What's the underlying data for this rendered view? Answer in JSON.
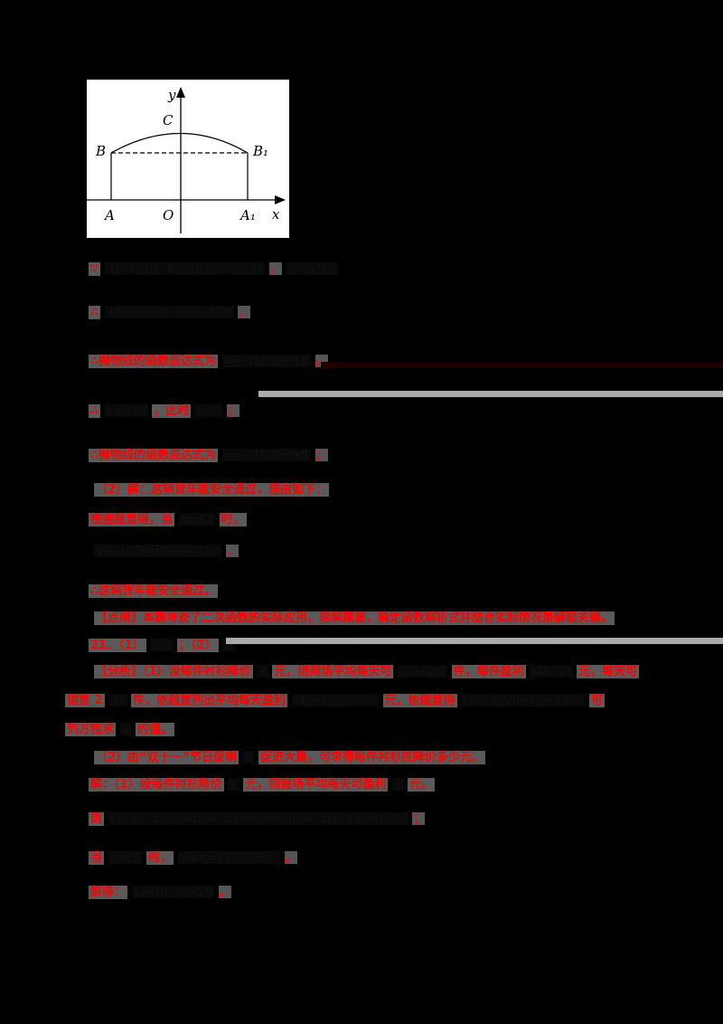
{
  "figure": {
    "labels": {
      "y": "y",
      "x": "x",
      "C": "C",
      "B": "B",
      "B1": "B₁",
      "A": "A",
      "O": "O",
      "A1": "A₁"
    }
  },
  "lines": [
    {
      "red": "∵",
      "math": "A(−10,0)，B(−10,6)，C(0,8)",
      "tail": "，",
      "math2": "y=ax²+c"
    },
    {
      "red": "∴",
      "math": "100a+c=6，c=8，解得",
      "tail": "，"
    },
    {
      "red": "∴抛物线的函数表达式为",
      "math": "y=−(1/50)x²+8",
      "tail": "。"
    },
    {
      "red": "∴",
      "math": "x=±10",
      "red2": "，此时",
      "math2": "y=6",
      "tail": "；"
    },
    {
      "red": "∴抛物线的函数表达式为",
      "math": "y=−(1/50)x²+8",
      "tail": "；"
    },
    {
      "red": "（2）解：这辆货车能安全通过，理由如下：",
      "math": "",
      "tail": ""
    },
    {
      "red": "根据题意得，当",
      "math": "x=±3",
      "red2": "时，",
      "tail": ""
    },
    {
      "red": "",
      "math": "y=−(1/50)×9+8=7.82",
      "tail": "，"
    },
    {
      "red": "∴这辆货车能安全通过。",
      "math": "",
      "tail": ""
    },
    {
      "red": "【点睛】本题考查了二次函数的实际应用，理解题意，确定函数解析式并结合实际情况是解题关键。",
      "math": "",
      "tail": ""
    },
    {
      "red": "21．（1）",
      "math": "7/2",
      "red2": "；（2）",
      "math2": "5",
      "tail": ""
    }
  ],
  "analysis": {
    "p1_red1": "【分析】（1）设每件衬衫降价",
    "p1_math1": "x",
    "p1_red2": "元，则商场平均每天可",
    "p1_math2": "(20+2x)",
    "p1_red3": "件，每件盈利",
    "p1_math3": "(40−x)",
    "p1_red4": "元，每天可",
    "p2_red1": "销售 2",
    "p2_math1": "2x",
    "p2_red2": "件，依题意列出平均每天盈利",
    "p2_math2": "(40−x)(20+2x)",
    "p2_red3": "元，依题意得",
    "p2_math3": "(40−x)(20+2x)=1200",
    "p2_red4": "可",
    "p3_red1": "列方程求",
    "p3_math1": "x",
    "p3_red2": "的值。",
    "q2_red1": "（2）由“双十一”节日促销",
    "q2_math1": "x",
    "q2_red2": "促进大量，可求得每件衬衫应降价多少元。",
    "sol_red1": "解：（1）设每件衬衫降价",
    "sol_math1": "x",
    "sol_red2": "元，则商场平均每天可盈利",
    "sol_math2": "y",
    "sol_red3": "元。",
    "eq_red": "则",
    "eq_math": "y=(40−x)(20+2x)=−2x²+60x+800=−2(x−15)²+1250",
    "eq_tail": "；",
    "when_red": "当",
    "when_math": "x=15",
    "when_red2": "时，",
    "when_math2": "y最大=1250（元）",
    "when_tail": "。",
    "ans_red": "解得：",
    "ans_math": "x₁=10，x₂=20",
    "ans_tail": "。"
  }
}
